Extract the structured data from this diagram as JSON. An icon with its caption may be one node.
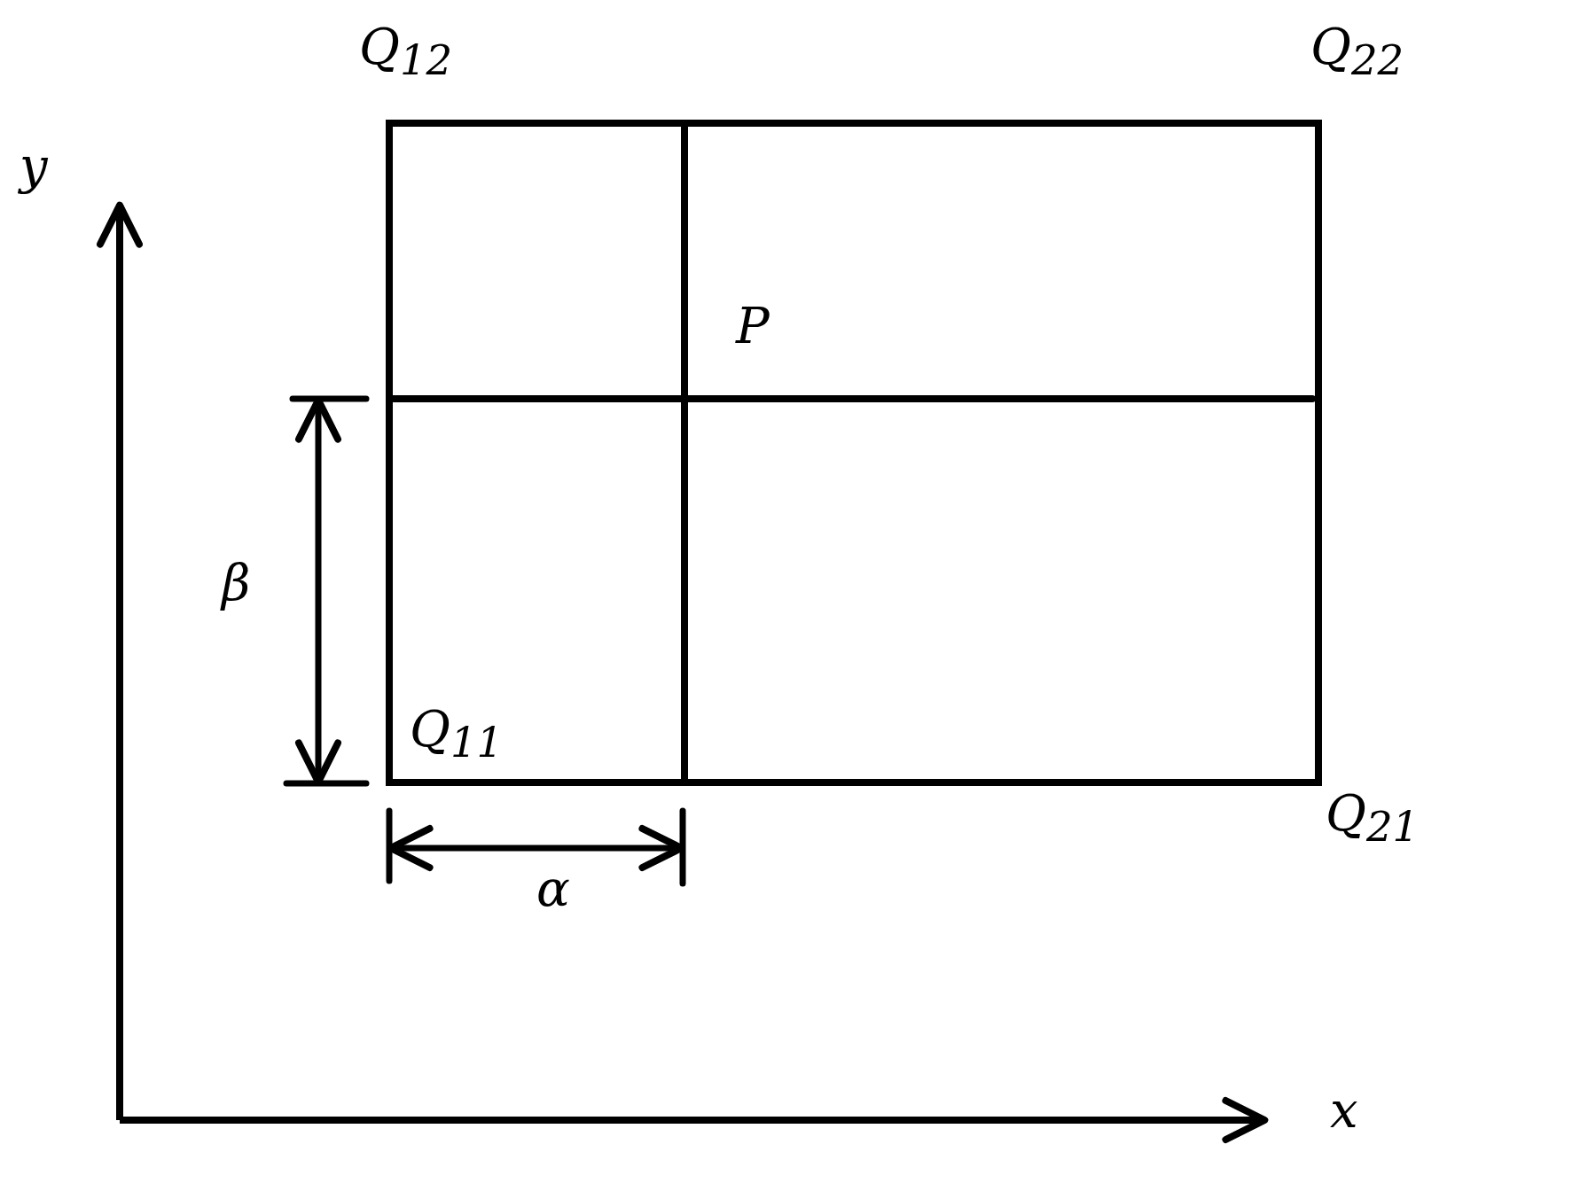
{
  "diagram": {
    "labels": [
      "Q$_{12}$",
      "Q$_{22}$",
      "y",
      "P",
      "β",
      "Q$_{11}$",
      "Q$_{21}$",
      "α",
      "x"
    ]
  }
}
